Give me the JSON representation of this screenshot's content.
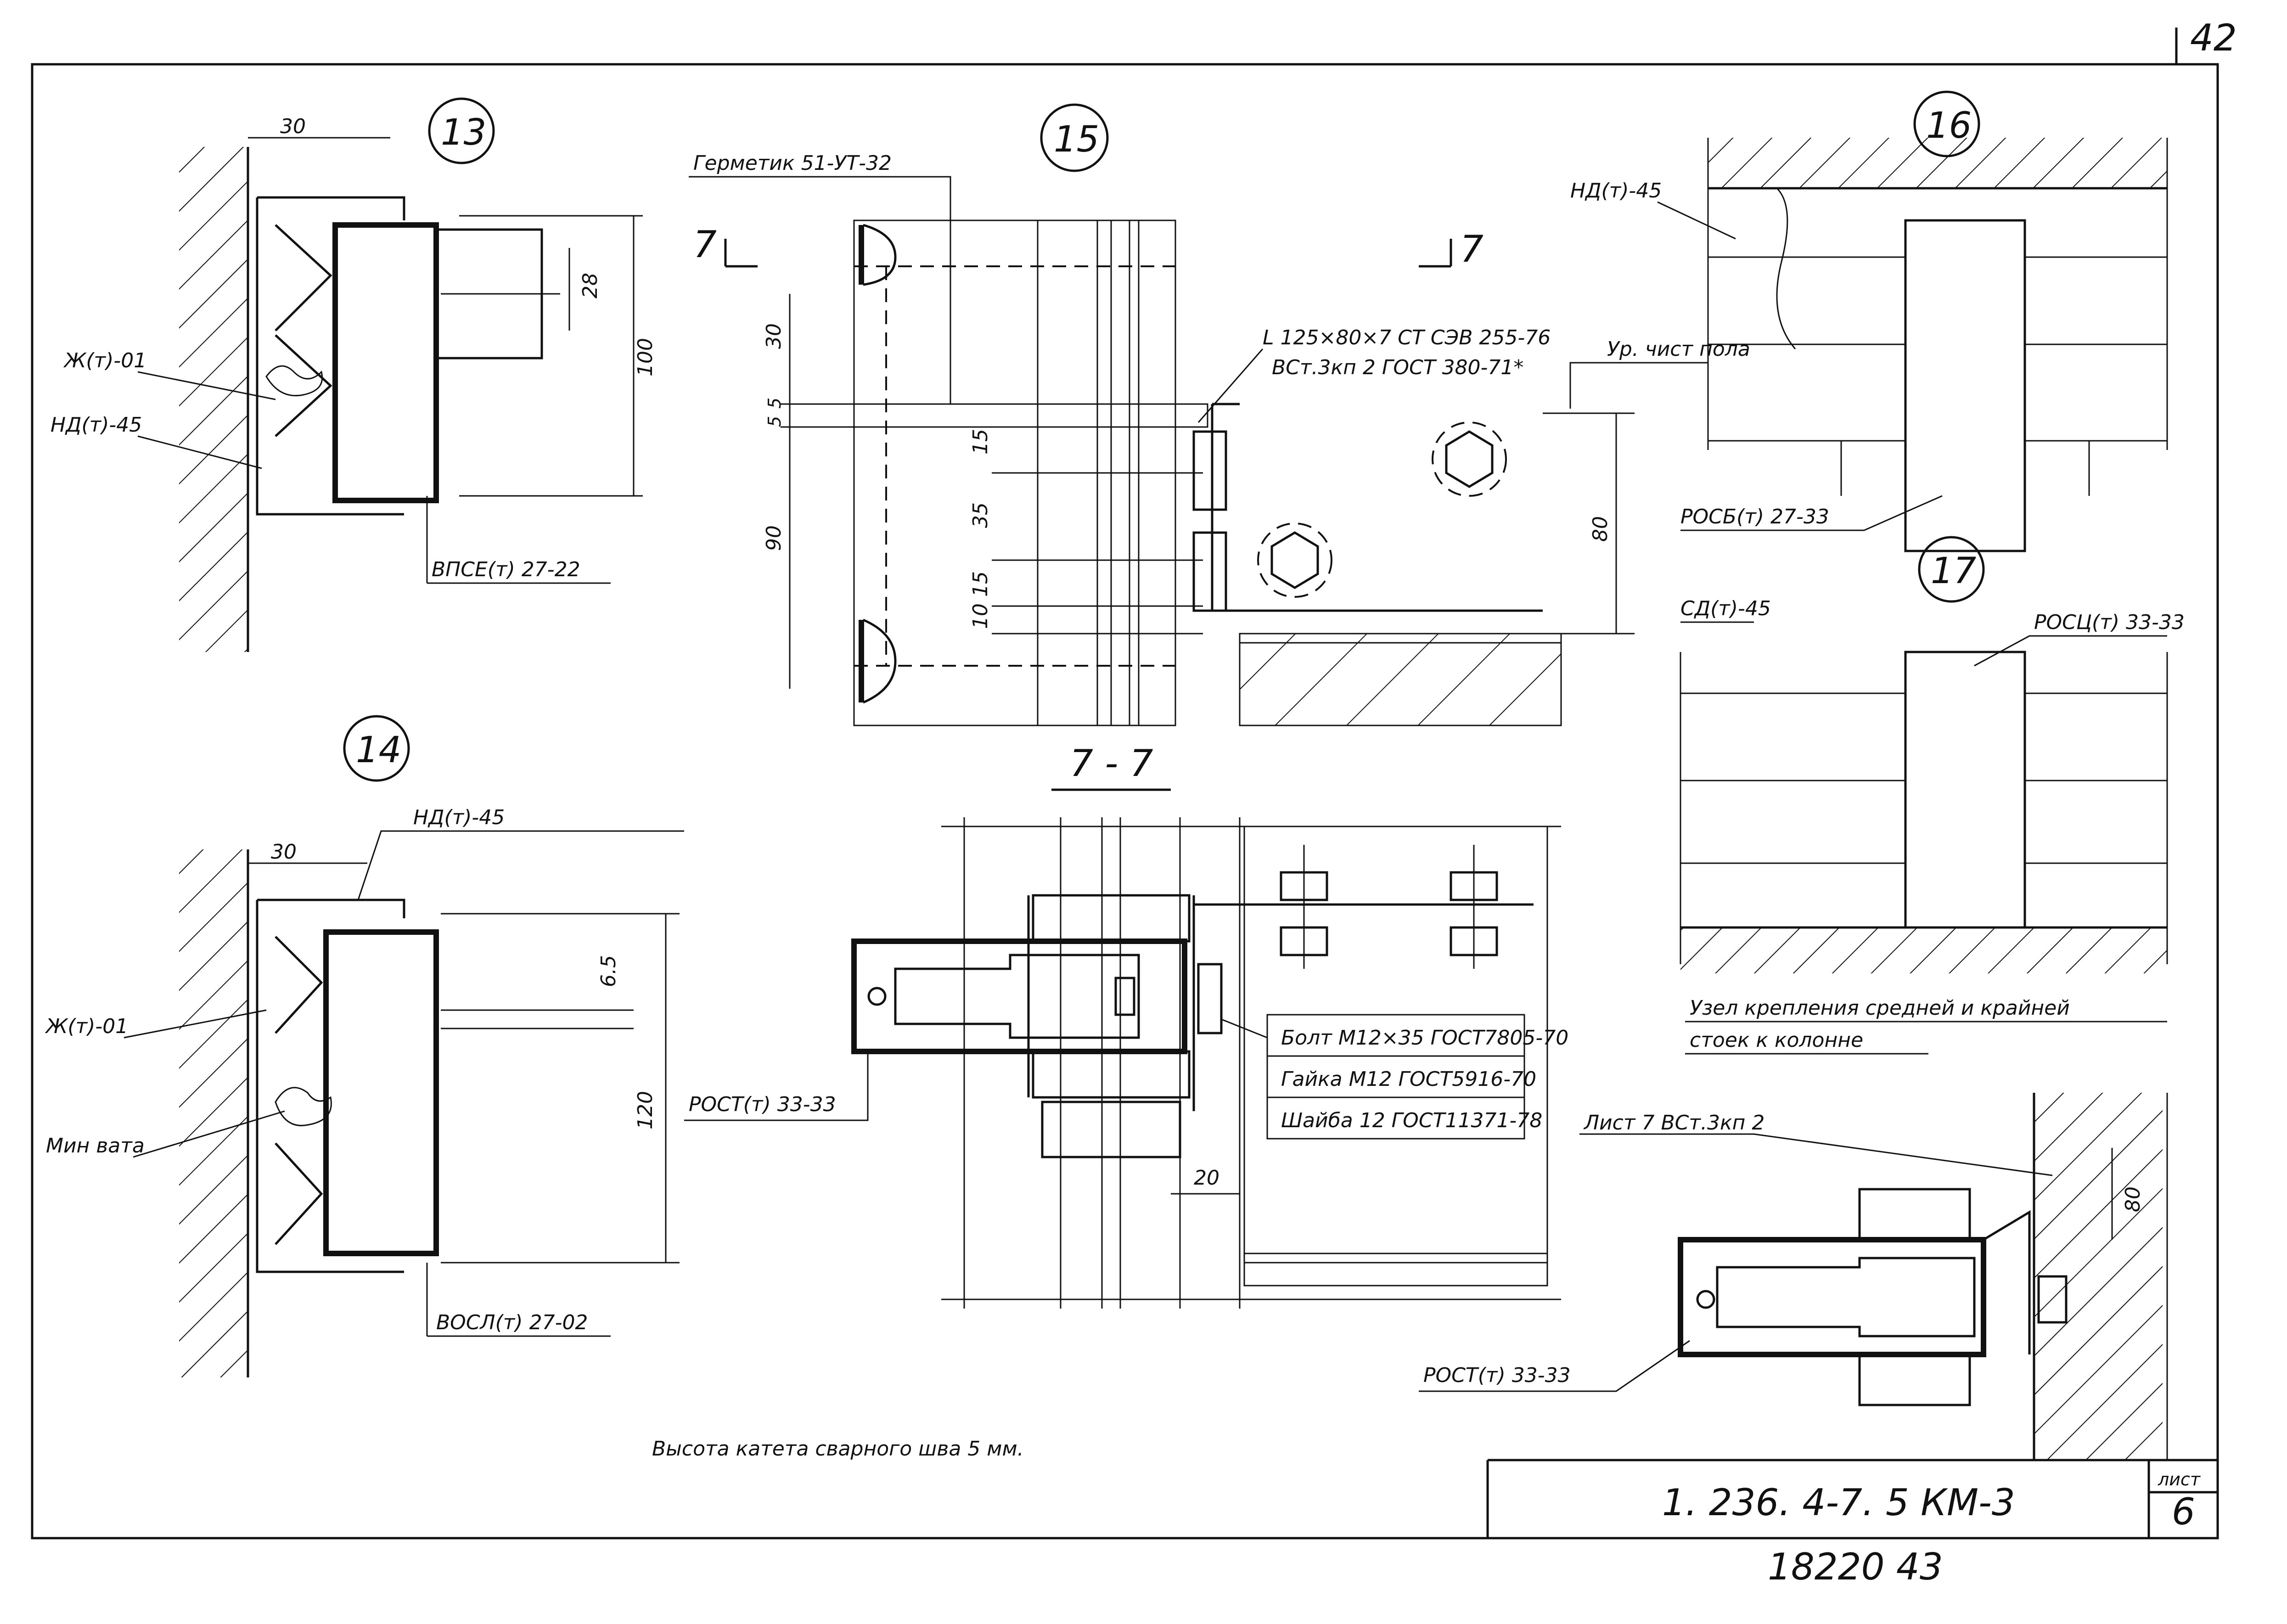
{
  "sheet": {
    "corner_number": "42",
    "designation": "1. 236. 4-7. 5  КМ-3",
    "sheet_label": "лист",
    "sheet_number": "6",
    "archive_number": "18220  43",
    "weld_note": "Высота катета сварного шва 5 мм."
  },
  "node13": {
    "mark": "13",
    "dim_top": "30",
    "dim_28": "28",
    "dim_100": "100",
    "label_zh": "Ж(т)-01",
    "label_nd": "НД(т)-45",
    "label_profile": "ВПСЕ(т) 27-22"
  },
  "node14": {
    "mark": "14",
    "dim_top": "30",
    "dim_65": "6.5",
    "dim_120": "120",
    "label_nd": "НД(т)-45",
    "label_zh": "Ж(т)-01",
    "label_min": "Мин вата",
    "label_profile": "ВОСЛ(т) 27-02"
  },
  "node15": {
    "mark": "15",
    "label_germ": "Герметик 51-УТ-32",
    "label_angle1": "L 125×80×7  СТ СЭВ 255-76",
    "label_angle2": "ВСт.3кп 2  ГОСТ 380-71*",
    "label_floor": "Ур. чист пола",
    "cut_left": "7",
    "cut_right": "7",
    "dim_30": "30",
    "dim_5a": "5",
    "dim_5b": "5",
    "dim_90": "90",
    "dim_15": "15",
    "dim_35": "35",
    "dim_15b": "15",
    "dim_10": "10",
    "dim_80": "80"
  },
  "section77": {
    "title": "7 - 7",
    "label_rost": "РОСТ(т) 33-33",
    "bolt": "Болт М12×35 ГОСТ7805-70",
    "nut": "Гайка М12 ГОСТ5916-70",
    "washer": "Шайба 12 ГОСТ11371-78",
    "dim_20": "20"
  },
  "node16": {
    "mark": "16",
    "label_nd": "НД(т)-45",
    "label_rosb": "РОСБ(т) 27-33"
  },
  "node17": {
    "mark": "17",
    "label_sd": "СД(т)-45",
    "label_rosc": "РОСЦ(т) 33-33",
    "caption1": "Узел крепления средней и крайней",
    "caption2": "стоек к колонне"
  },
  "node_bottom_right": {
    "label_sheet": "Лист 7 ВСт.3кп 2",
    "label_rost": "РОСТ(т) 33-33",
    "dim_80": "80"
  }
}
